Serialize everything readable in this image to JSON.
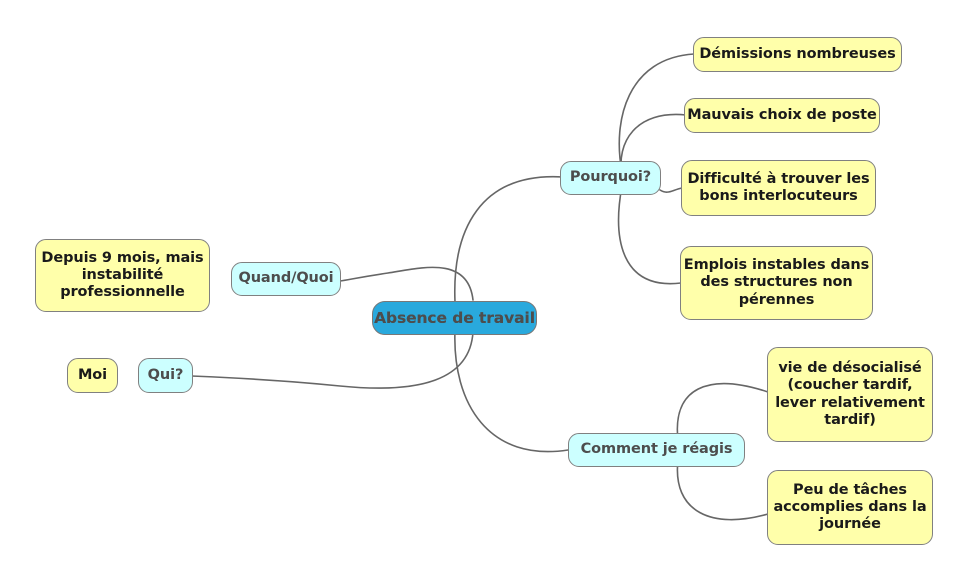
{
  "diagram": {
    "type": "mind-map",
    "title": "Absence de travail",
    "background_color": "#ffffff",
    "colors": {
      "root_fill": "#29a9dd",
      "branch_fill": "#ccffff",
      "leaf_fill": "#ffffaa",
      "node_border": "#808080",
      "edge_stroke": "#666666",
      "root_text": "#4d4d4d",
      "leaf_text": "#1a1a1a"
    }
  },
  "root": {
    "label": "Absence de travail"
  },
  "branches": {
    "quand_quoi": {
      "label": "Quand/Quoi",
      "children": [
        {
          "label": "Depuis 9 mois, mais\ninstabilité\nprofessionnelle"
        }
      ]
    },
    "qui": {
      "label": "Qui?",
      "children": [
        {
          "label": "Moi"
        }
      ]
    },
    "pourquoi": {
      "label": "Pourquoi?",
      "children": [
        {
          "label": "Démissions nombreuses"
        },
        {
          "label": "Mauvais choix de poste"
        },
        {
          "label": "Difficulté à trouver les\nbons interlocuteurs"
        },
        {
          "label": "Emplois instables dans\ndes structures non\npérennes"
        }
      ]
    },
    "comment": {
      "label": "Comment je réagis",
      "children": [
        {
          "label": "vie de désocialisé\n(coucher tardif,\nlever relativement\ntardif)"
        },
        {
          "label": "Peu de tâches\naccomplies dans la\njournée"
        }
      ]
    }
  }
}
